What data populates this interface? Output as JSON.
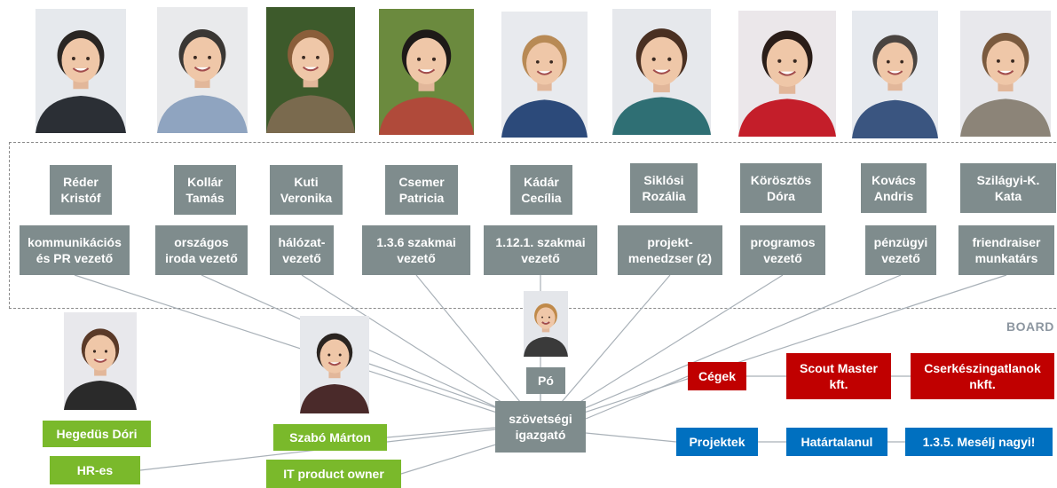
{
  "board_label": "BOARD",
  "board_members": [
    {
      "name": "Réder\nKristóf",
      "role": "kommunikációs\nés PR vezető",
      "photo_bg": "#e6e9ed",
      "shirt": "#2b2f35",
      "hair": "#2a2623"
    },
    {
      "name": "Kollár\nTamás",
      "role": "országos\niroda vezető",
      "photo_bg": "#e9eaec",
      "shirt": "#8fa4c0",
      "hair": "#3a3734"
    },
    {
      "name": "Kuti\nVeronika",
      "role": "hálózat-\nvezető",
      "photo_bg": "#3d5a2b",
      "shirt": "#7a6a4e",
      "hair": "#8a5e3a"
    },
    {
      "name": "Csemer\nPatricia",
      "role": "1.3.6 szakmai\nvezető",
      "photo_bg": "#6b8a3e",
      "shirt": "#b04a3a",
      "hair": "#1e1a18"
    },
    {
      "name": "Kádár\nCecília",
      "role": "1.12.1. szakmai\nvezető",
      "photo_bg": "#e8eaee",
      "shirt": "#2c4a7a",
      "hair": "#b88a55"
    },
    {
      "name": "Siklósi\nRozália",
      "role": "projekt-\nmenedzser (2)",
      "photo_bg": "#e6e8ec",
      "shirt": "#2f6f74",
      "hair": "#4a3022"
    },
    {
      "name": "Körösztös\nDóra",
      "role": "programos\nvezető",
      "photo_bg": "#ebe7ea",
      "shirt": "#c41e2a",
      "hair": "#2a1d18"
    },
    {
      "name": "Kovács\nAndris",
      "role": "pénzügyi\nvezető",
      "photo_bg": "#e6e9ee",
      "shirt": "#3a5580",
      "hair": "#4a4440"
    },
    {
      "name": "Szilágyi-K.\nKata",
      "role": "friendraiser\nmunkatárs",
      "photo_bg": "#e8e8ec",
      "shirt": "#8c8478",
      "hair": "#7a5a3e"
    }
  ],
  "director": {
    "label": "szövetségi\nigazgató"
  },
  "po": {
    "label": "Pó",
    "photo_bg": "#e4e6ea",
    "shirt": "#3a3a3a",
    "hair": "#c08a4a"
  },
  "staff": [
    {
      "name": "Hegedüs Dóri",
      "role": "HR-es",
      "photo_bg": "#e8e8ec",
      "shirt": "#2a2a2a",
      "hair": "#5a3a28"
    },
    {
      "name": "Szabó Márton",
      "role": "IT product owner",
      "photo_bg": "#e6e8ec",
      "shirt": "#4a2a2a",
      "hair": "#2a2420"
    }
  ],
  "companies": {
    "head": "Cégek",
    "items": [
      "Scout Master\nkft.",
      "Cserkészingatlanok\nnkft."
    ]
  },
  "projects": {
    "head": "Projektek",
    "items": [
      "Határtalanul",
      "1.3.5. Mesélj nagyi!"
    ]
  },
  "colors": {
    "gray": "#7f8c8d",
    "green": "#7ab92b",
    "red": "#c00000",
    "blue": "#0070c0",
    "line": "#a9b1b8"
  }
}
